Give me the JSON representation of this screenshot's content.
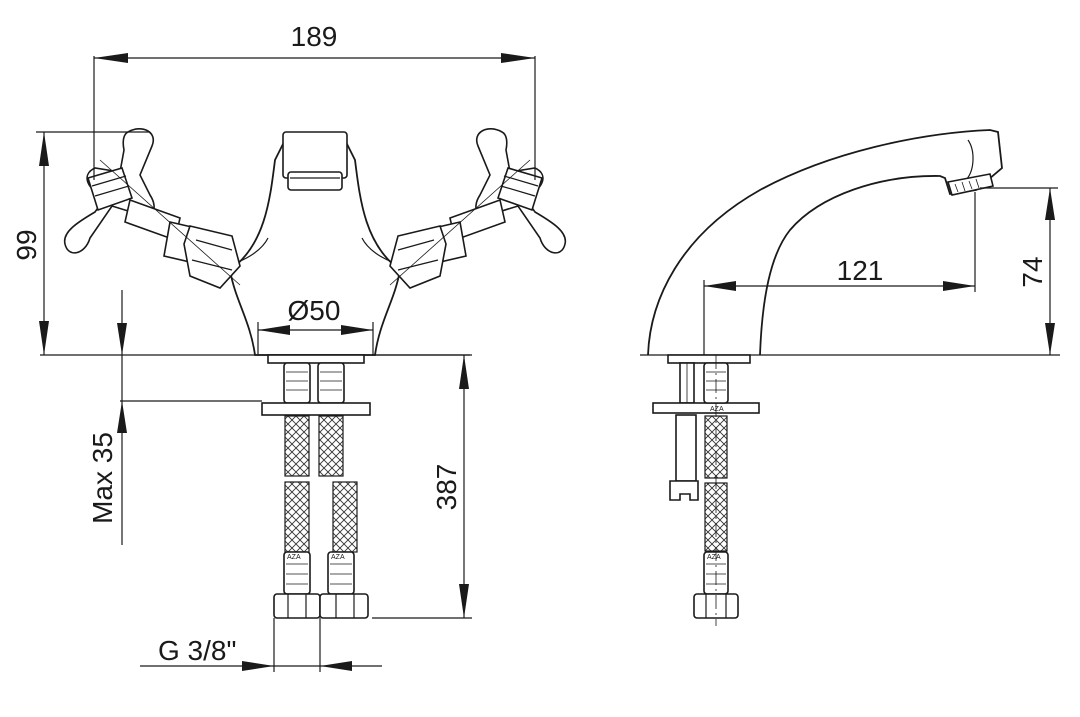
{
  "dimensions": {
    "width_total": "189",
    "height_total": "99",
    "base_diameter": "Ø50",
    "max_thickness": "Max 35",
    "hose_length": "387",
    "thread": "G 3/8\"",
    "spout_reach": "121",
    "spout_height": "74"
  },
  "hose_marks": {
    "front_left": "AZA",
    "front_right": "AZA",
    "side_top": "AZA",
    "side_bottom": "AZA"
  }
}
